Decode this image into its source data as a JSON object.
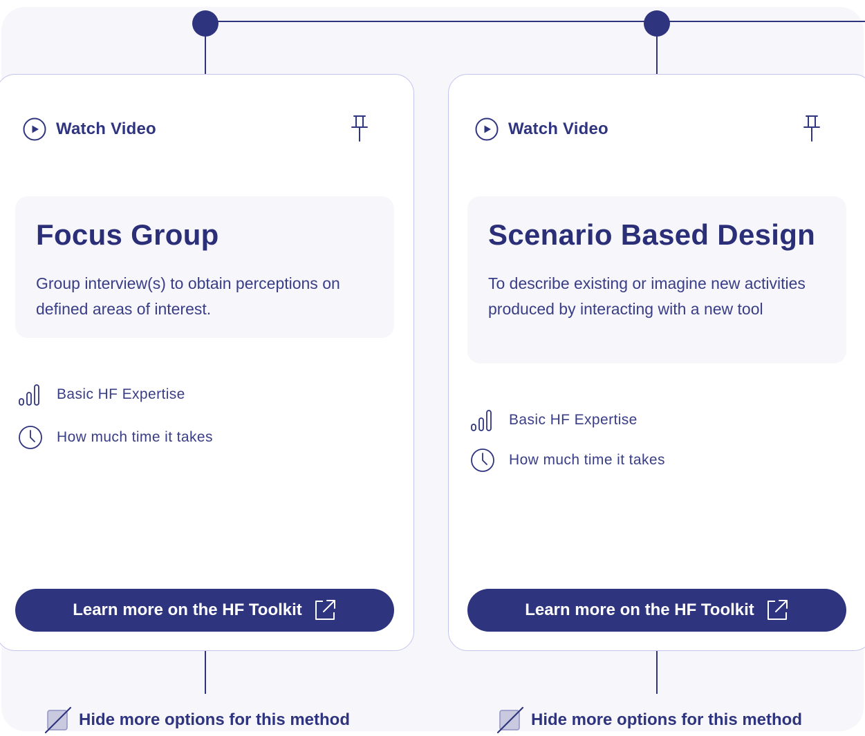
{
  "colors": {
    "primary": "#2f347e",
    "card_border": "#c3c5ec",
    "panel_bg": "#f7f7fb",
    "text": "#393d86"
  },
  "methods": [
    {
      "watch_label": "Watch Video",
      "title": "Focus Group",
      "description": "Group interview(s) to obtain perceptions on defined areas of interest.",
      "expertise": "Basic HF Expertise",
      "time": "How much time it takes",
      "cta_label": "Learn more on the HF Toolkit",
      "hide_label": "Hide more options for this method"
    },
    {
      "watch_label": "Watch Video",
      "title": "Scenario Based Design",
      "description": "To describe existing or imagine new activities produced by interacting with a new tool",
      "expertise": "Basic HF Expertise",
      "time": "How much time it takes",
      "cta_label": "Learn more on the HF Toolkit",
      "hide_label": "Hide more options for this method"
    }
  ]
}
